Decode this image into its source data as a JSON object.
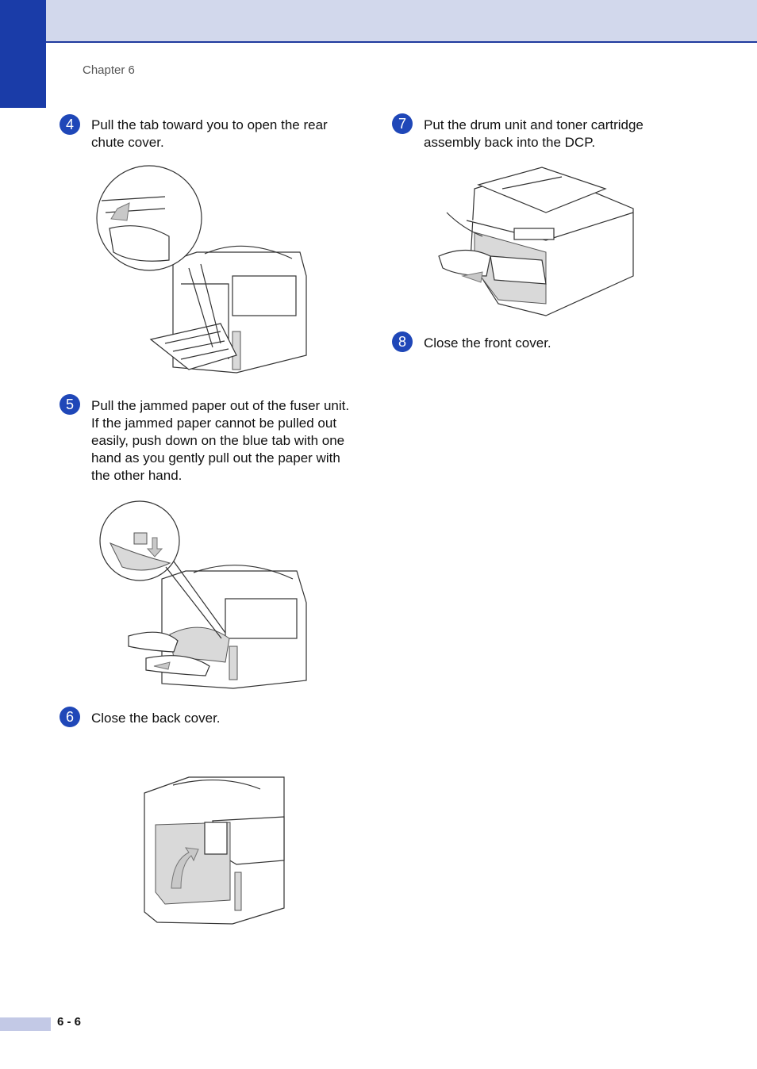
{
  "header": {
    "chapter": "Chapter 6"
  },
  "steps": [
    {
      "num": "4",
      "text": "Pull the tab toward you to open the rear chute cover."
    },
    {
      "num": "5",
      "text": "Pull the jammed paper out of the fuser unit. If the jammed paper cannot be pulled out easily, push down on the blue tab with one hand as you gently pull out the paper with the other hand."
    },
    {
      "num": "6",
      "text": "Close the back cover."
    },
    {
      "num": "7",
      "text": "Put the drum unit and toner cartridge assembly back into the DCP."
    },
    {
      "num": "8",
      "text": "Close the front cover."
    }
  ],
  "footer": {
    "page": "6 - 6"
  },
  "colors": {
    "accent": "#1a3ca8",
    "header_band": "#d2d8ec",
    "step_badge": "#1f47b8"
  }
}
